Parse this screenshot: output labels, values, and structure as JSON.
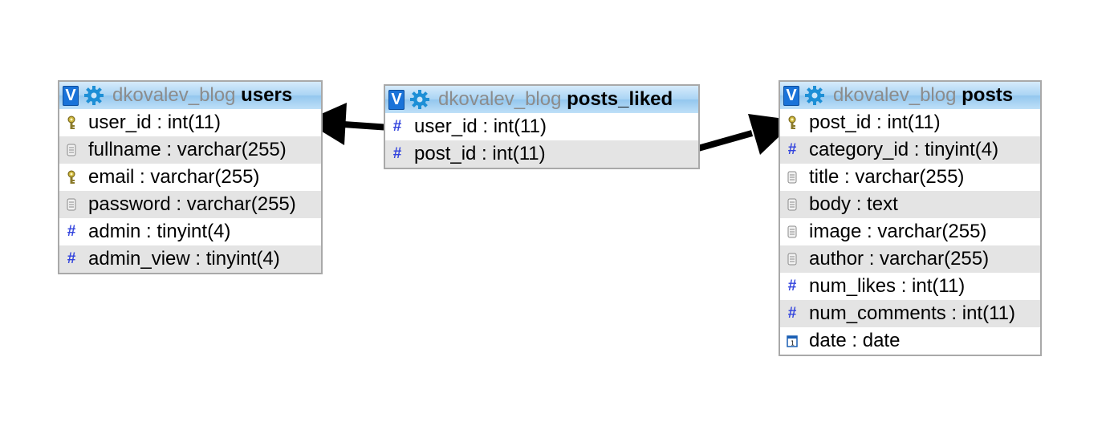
{
  "database_name": "dkovalev_blog",
  "header_icon_letter": "V",
  "colors": {
    "header_gradient_top": "#d6ebfb",
    "header_gradient_bottom": "#93c6ee",
    "v_icon": "#1a73d9",
    "gear_icon": "#1d8fd6",
    "hash_icon": "#3344dd",
    "alt_row": "#e4e4e4",
    "border": "#a9a9a9",
    "arrow": "#000000"
  },
  "tables": {
    "users": {
      "name": "users",
      "columns": [
        {
          "label": "user_id : int(11)",
          "icon": "primary-key-icon"
        },
        {
          "label": "fullname : varchar(255)",
          "icon": "text-column-icon"
        },
        {
          "label": "email : varchar(255)",
          "icon": "unique-key-icon"
        },
        {
          "label": "password : varchar(255)",
          "icon": "text-column-icon"
        },
        {
          "label": "admin : tinyint(4)",
          "icon": "numeric-column-icon"
        },
        {
          "label": "admin_view : tinyint(4)",
          "icon": "numeric-column-icon"
        }
      ]
    },
    "posts_liked": {
      "name": "posts_liked",
      "columns": [
        {
          "label": "user_id : int(11)",
          "icon": "numeric-column-icon"
        },
        {
          "label": "post_id : int(11)",
          "icon": "numeric-column-icon"
        }
      ]
    },
    "posts": {
      "name": "posts",
      "columns": [
        {
          "label": "post_id : int(11)",
          "icon": "primary-key-icon"
        },
        {
          "label": "category_id : tinyint(4)",
          "icon": "numeric-column-icon"
        },
        {
          "label": "title : varchar(255)",
          "icon": "text-column-icon"
        },
        {
          "label": "body : text",
          "icon": "text-column-icon"
        },
        {
          "label": "image : varchar(255)",
          "icon": "text-column-icon"
        },
        {
          "label": "author : varchar(255)",
          "icon": "text-column-icon"
        },
        {
          "label": "num_likes : int(11)",
          "icon": "numeric-column-icon"
        },
        {
          "label": "num_comments : int(11)",
          "icon": "numeric-column-icon"
        },
        {
          "label": "date : date",
          "icon": "date-column-icon"
        }
      ]
    }
  },
  "relations": [
    {
      "from": "posts_liked.user_id",
      "to": "users.user_id"
    },
    {
      "from": "posts_liked.post_id",
      "to": "posts.post_id"
    }
  ]
}
